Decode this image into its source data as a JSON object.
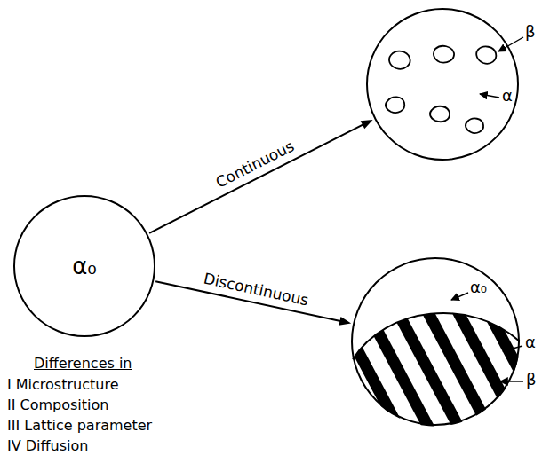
{
  "diagram": {
    "nodes": [
      {
        "text": [
          "α₀"
        ]
      },
      {
        "text": [
          "β",
          "α"
        ]
      },
      {
        "text": [
          "α₀",
          "α",
          "β"
        ]
      }
    ],
    "edges": [
      {
        "from": 0,
        "to": 1,
        "label": "Continuous",
        "arrow": "to"
      },
      {
        "from": 0,
        "to": 2,
        "label": "Discontinuous",
        "arrow": "to"
      }
    ],
    "labels": [
      "Differences in",
      "I Microstructure",
      "II Composition",
      "III Lattice parameter",
      "IV Diffusion"
    ]
  }
}
